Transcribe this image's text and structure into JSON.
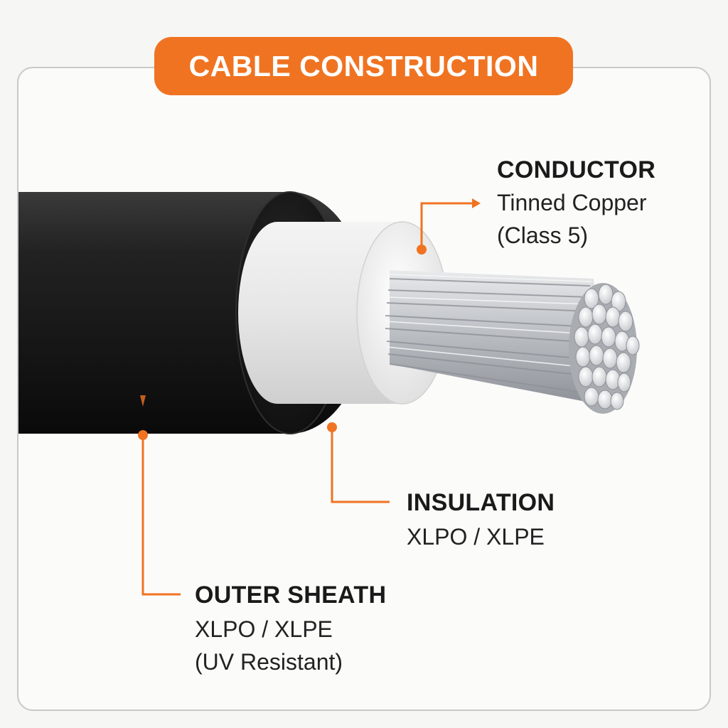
{
  "colors": {
    "accent": "#f07321",
    "sheath": "#1c1c1c",
    "insulation": "#ededed",
    "conductor": "#b9bcc0",
    "frame": "#c9c9c9"
  },
  "title": "CABLE CONSTRUCTION",
  "labels": {
    "conductor": {
      "title": "CONDUCTOR",
      "lines": [
        "Tinned Copper",
        "(Class 5)"
      ]
    },
    "insulation": {
      "title": "INSULATION",
      "lines": [
        "XLPO / XLPE"
      ]
    },
    "outer_sheath": {
      "title": "OUTER SHEATH",
      "lines": [
        "XLPO / XLPE",
        "(UV Resistant)"
      ]
    }
  }
}
